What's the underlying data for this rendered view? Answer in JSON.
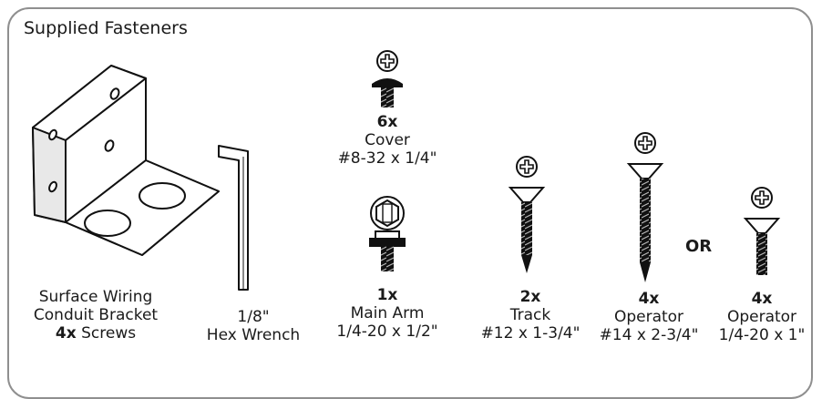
{
  "title": "Supplied Fasteners",
  "items": [
    {
      "lines": [
        "Surface Wiring",
        "Conduit Bracket"
      ],
      "qty": "4x",
      "qty_suffix": " Screws"
    },
    {
      "lines": [
        "1/8\"",
        "Hex Wrench"
      ]
    },
    {
      "qty": "6x",
      "lines": [
        "Cover",
        "#8-32 x 1/4\""
      ]
    },
    {
      "qty": "1x",
      "lines": [
        "Main Arm",
        "1/4-20  x 1/2\""
      ]
    },
    {
      "qty": "2x",
      "lines": [
        "Track",
        "#12 x 1-3/4\""
      ]
    },
    {
      "qty": "4x",
      "lines": [
        "Operator",
        "#14 x 2-3/4\""
      ]
    },
    {
      "qty": "4x",
      "lines": [
        "Operator",
        "1/4-20 x 1\""
      ]
    }
  ],
  "or_label": "OR"
}
